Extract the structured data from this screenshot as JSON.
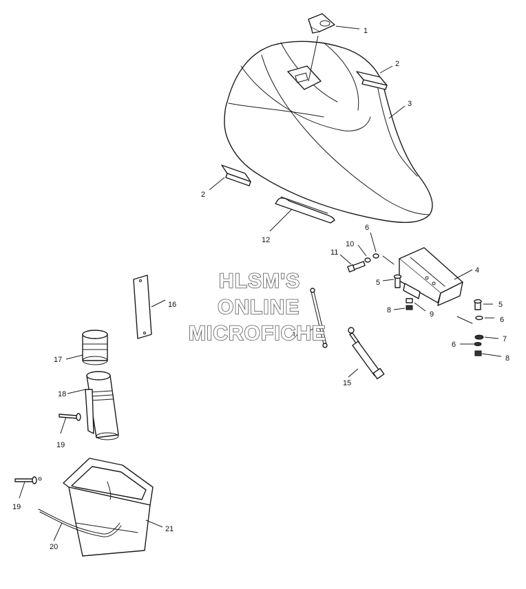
{
  "watermark": {
    "line1": "HLSM'S",
    "line2": "ONLINE",
    "line3": "MICROFICHE"
  },
  "callouts": {
    "c1": "1",
    "c2a": "2",
    "c2b": "2",
    "c3": "3",
    "c4": "4",
    "c5a": "5",
    "c5b": "5",
    "c6a": "6",
    "c6b": "6",
    "c6c": "6",
    "c7": "7",
    "c8a": "8",
    "c8b": "8",
    "c9": "9",
    "c10": "10",
    "c11": "11",
    "c12": "12",
    "c14": "14",
    "c15": "15",
    "c16": "16",
    "c17": "17",
    "c18": "18",
    "c19a": "19",
    "c19b": "19",
    "c20": "20",
    "c21": "21"
  }
}
